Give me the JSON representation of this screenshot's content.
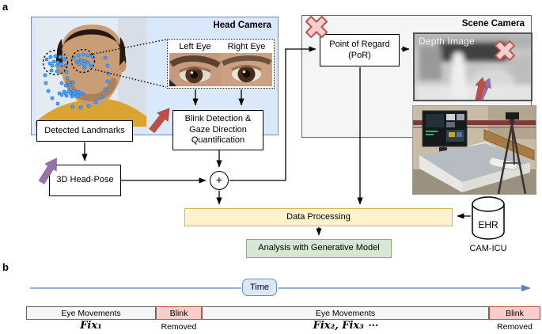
{
  "panels": {
    "a": "a",
    "b": "b"
  },
  "head_camera": {
    "title": "Head Camera",
    "left_eye_label": "Left Eye",
    "right_eye_label": "Right Eye",
    "detected_landmarks": "Detected Landmarks",
    "blink_box": "Blink Detection & Gaze Direction Quantification",
    "head_pose": "3D Head-Pose",
    "fusion_symbol": "+"
  },
  "scene_camera": {
    "title": "Scene Camera",
    "point_of_regard": "Point of Regard (PoR)",
    "depth_image_label": "Depth Image"
  },
  "processing": {
    "data_processing": "Data Processing",
    "analysis": "Analysis with Generative Model",
    "ehr": "EHR",
    "cam_icu": "CAM-ICU"
  },
  "timeline": {
    "time_label": "Time",
    "segments": [
      {
        "label": "Eye Movements",
        "sub": "Fix₁"
      },
      {
        "label": "Blink",
        "sub": "Removed"
      },
      {
        "label": "Eye Movements",
        "sub": "Fix₂, Fix₃ ⋯"
      },
      {
        "label": "Blink",
        "sub": "Removed"
      }
    ]
  },
  "icons": {
    "removed_cross": "pink X cross mark (removed element)",
    "red_annotation_arrow": "thick red NE-pointing arrow",
    "purple_annotation_arrow": "thick purple NE-pointing arrow",
    "ehr_database": "white database cylinder"
  },
  "colors": {
    "head_camera_fill": "#dae8fc",
    "head_camera_border": "#6c8ebf",
    "scene_camera_fill": "#f5f5f5",
    "scene_camera_border": "#666666",
    "data_processing_fill": "#fff2cc",
    "data_processing_border": "#d6b656",
    "analysis_fill": "#d5e8d4",
    "analysis_border": "#82b366",
    "blink_fill": "#f8cecc",
    "blink_border": "#b85450",
    "eye_movements_fill": "#f5f5f5",
    "eye_movements_border": "#666666",
    "time_fill": "#dae8fc",
    "time_border": "#6c8ebf",
    "timeline_arrow": "#7a97c9",
    "red_arrow": "#bd4f45",
    "purple_arrow": "#9673a6",
    "landmark_dot": "#49a7ff"
  }
}
